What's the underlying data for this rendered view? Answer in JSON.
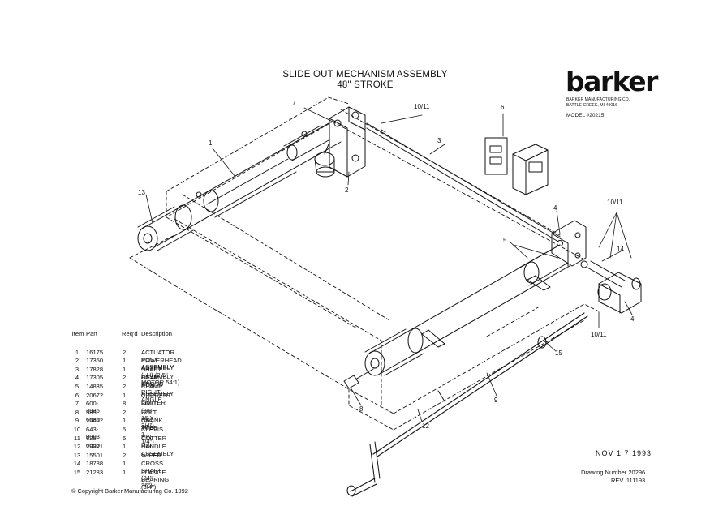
{
  "title_line1": "SLIDE OUT MECHANISM ASSEMBLY",
  "title_line2": "48\" STROKE",
  "logo": "barker",
  "company_line1": "BARKER MANUFACTURING CO.",
  "company_line2": "BATTLE CREEK, MI 49016",
  "model": "MODEL #20215",
  "callouts": {
    "c1": "1",
    "c2": "2",
    "c3": "3",
    "c4a": "4",
    "c4b": "4",
    "c5": "5",
    "c6": "6",
    "c7": "7",
    "c8": "8",
    "c9": "9",
    "c10a": "10/11",
    "c10b": "10/11",
    "c10c": "10/11",
    "c12": "12",
    "c13": "13",
    "c14": "14",
    "c15": "15"
  },
  "parts_header": {
    "item": "Item",
    "part": "Part",
    "reqd": "Req'd",
    "desc": "Description"
  },
  "parts": [
    {
      "item": "1",
      "part": "16175",
      "reqd": "2",
      "desc": "ACTUATOR POST ASSEMBLY"
    },
    {
      "item": "2",
      "part": "17350",
      "reqd": "1",
      "desc": "POWERHEAD ASSEMBLY (LH) (2.5\" MOTOR 54:1)"
    },
    {
      "item": "3",
      "part": "17828",
      "reqd": "1",
      "desc": "SHAFT ASSEMBLY CROSS"
    },
    {
      "item": "4",
      "part": "17305",
      "reqd": "2",
      "desc": "GEAR BOX, RIGHT ANGLE"
    },
    {
      "item": "5",
      "part": "14835",
      "reqd": "2",
      "desc": "CLAMP ASSEMBLY"
    },
    {
      "item": "6",
      "part": "20672",
      "reqd": "1",
      "desc": "CURRENT LIMITER"
    },
    {
      "item": "7",
      "part": "600-3035",
      "reqd": "8",
      "desc": "BOLT (3/8-16 X 3/4\")"
    },
    {
      "item": "8",
      "part": "585-6030",
      "reqd": "2",
      "desc": "BOLT (1/2-20 X 1 1/4\")"
    },
    {
      "item": "9",
      "part": "15652",
      "reqd": "1",
      "desc": "CRANK TUBE"
    },
    {
      "item": "10",
      "part": "643-0003",
      "reqd": "5",
      "desc": "CLEVIS PIN"
    },
    {
      "item": "11",
      "part": "625-0000",
      "reqd": "5",
      "desc": "COTTER PIN"
    },
    {
      "item": "12",
      "part": "19371",
      "reqd": "1",
      "desc": "HANDLE ASSEMBLY"
    },
    {
      "item": "13",
      "part": "15501",
      "reqd": "2",
      "desc": "WIPER"
    },
    {
      "item": "14",
      "part": "18788",
      "reqd": "1",
      "desc": "CROSS SHAFT (24\" - 36\")"
    },
    {
      "item": "15",
      "part": "21283",
      "reqd": "1",
      "desc": "FLANGE BEARING (3/4\")"
    }
  ],
  "copyright": "© Copyright Barker Manufacturing Co. 1992",
  "stamp": "NOV 1 7 1993",
  "drawing_number": "Drawing Number 20296",
  "revision": "REV. 111193"
}
